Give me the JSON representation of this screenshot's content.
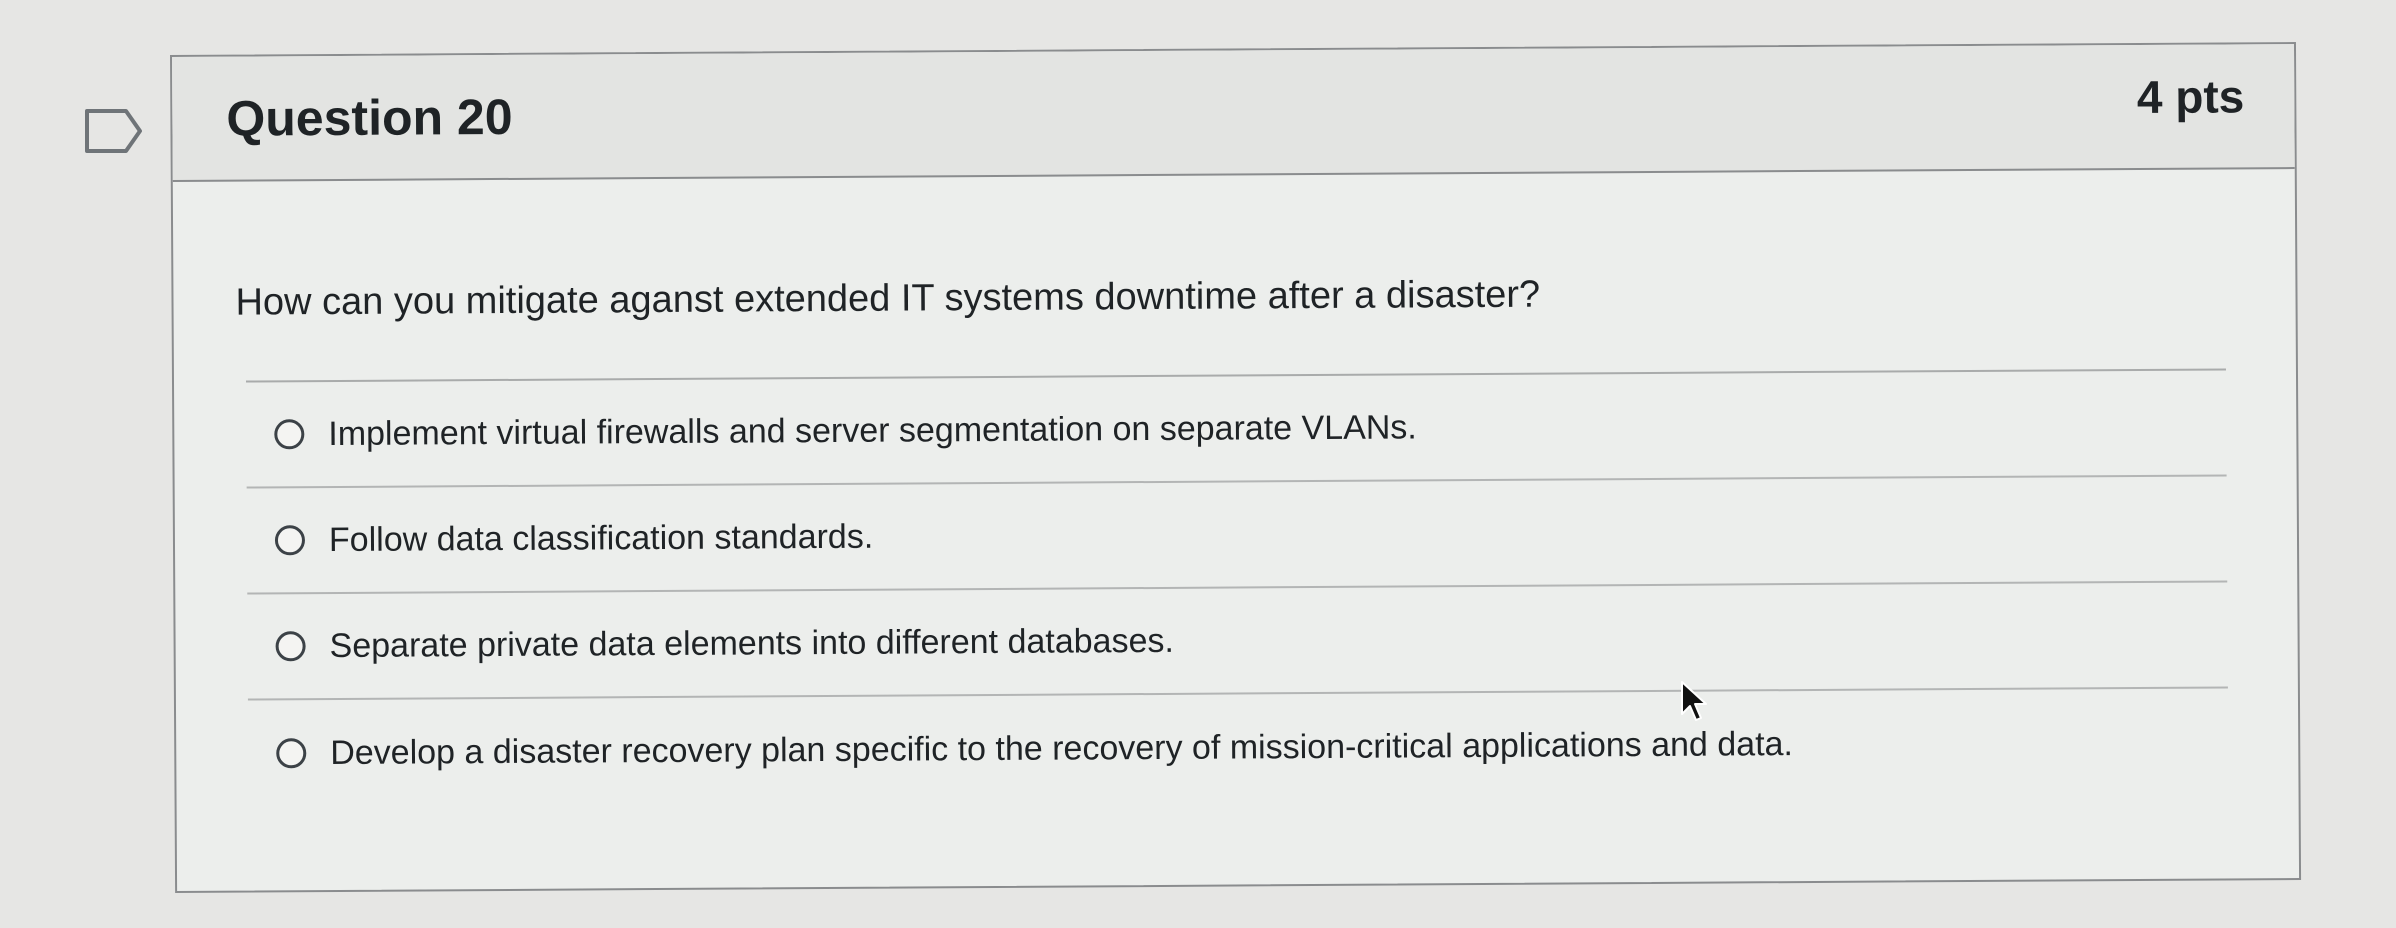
{
  "question": {
    "title": "Question 20",
    "points": "4 pts",
    "prompt": "How can you mitigate aganst extended IT systems downtime after a disaster?",
    "answers": [
      {
        "label": "Implement virtual firewalls and server segmentation on separate VLANs.",
        "selected": false
      },
      {
        "label": "Follow data classification standards.",
        "selected": false
      },
      {
        "label": "Separate private data elements into different databases.",
        "selected": false
      },
      {
        "label": "Develop a disaster recovery plan specific to the recovery of mission-critical applications and data.",
        "selected": false
      }
    ]
  },
  "icons": {
    "flag": "flag-bookmark-icon",
    "cursor": "mouse-pointer-icon"
  },
  "colors": {
    "page_background": "#e6e6e4",
    "card_background": "#eceeec",
    "header_background": "#e3e4e2",
    "border": "#8a8c8e",
    "text": "#1f2326"
  }
}
